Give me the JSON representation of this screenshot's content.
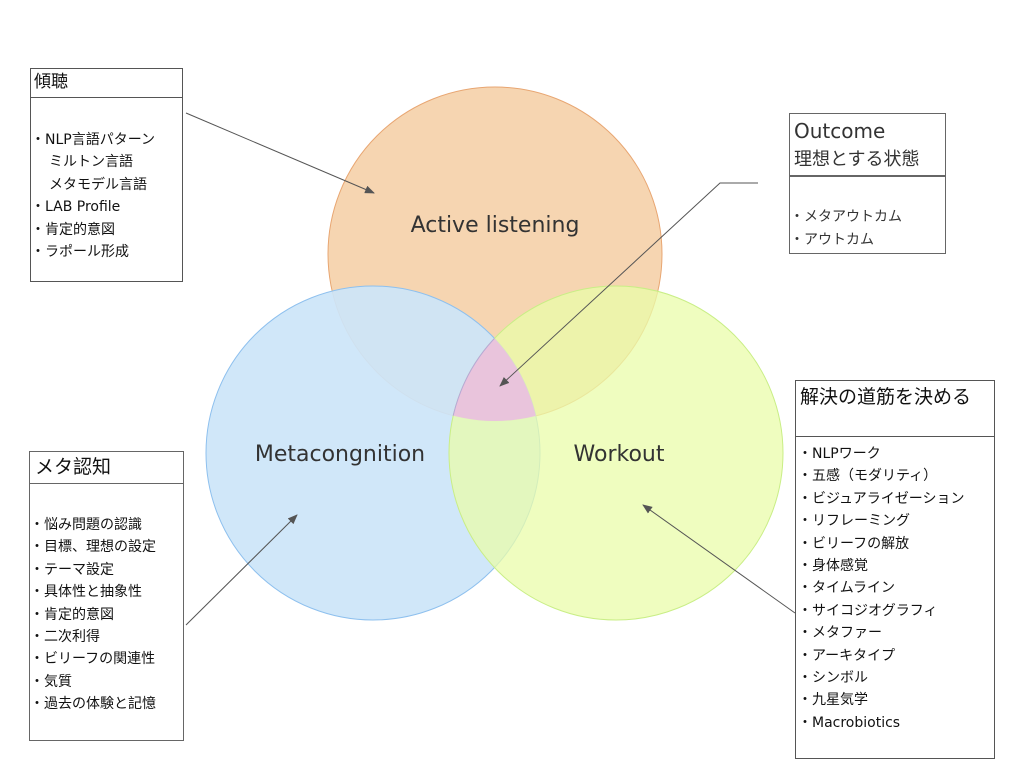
{
  "diagram": {
    "type": "venn",
    "circles": [
      {
        "id": "active-listening",
        "label": "Active listening",
        "fill": "#f5d3ad",
        "stroke": "#e8a672"
      },
      {
        "id": "metacognition",
        "label": "Metacongnition",
        "fill": "#cce5f9",
        "stroke": "#8ec0ee"
      },
      {
        "id": "workout",
        "label": "Workout",
        "fill": "#eafca9",
        "stroke": "#c9ee86"
      }
    ],
    "intersection_fill": "#e9c4dc",
    "connector_color": "#555555"
  },
  "boxes": {
    "listening": {
      "title": "傾聴",
      "items": [
        {
          "text": "NLP言語パターン",
          "bullet": true
        },
        {
          "text": "ミルトン言語",
          "bullet": false
        },
        {
          "text": "メタモデル言語",
          "bullet": false
        },
        {
          "text": "LAB Profile",
          "bullet": true
        },
        {
          "text": "肯定的意図",
          "bullet": true
        },
        {
          "text": "ラポール形成",
          "bullet": true
        }
      ]
    },
    "outcome": {
      "title": "Outcome",
      "subtitle": "理想とする状態",
      "items": [
        {
          "text": "メタアウトカム",
          "bullet": true
        },
        {
          "text": "アウトカム",
          "bullet": true
        }
      ]
    },
    "meta": {
      "title": "メタ認知",
      "items": [
        {
          "text": "悩み問題の認識",
          "bullet": true
        },
        {
          "text": "目標、理想の設定",
          "bullet": true
        },
        {
          "text": "テーマ設定",
          "bullet": true
        },
        {
          "text": "具体性と抽象性",
          "bullet": true
        },
        {
          "text": "肯定的意図",
          "bullet": true
        },
        {
          "text": "二次利得",
          "bullet": true
        },
        {
          "text": "ビリーフの関連性",
          "bullet": true
        },
        {
          "text": "気質",
          "bullet": true
        },
        {
          "text": "過去の体験と記憶",
          "bullet": true
        }
      ]
    },
    "workout": {
      "title": "解決の道筋を決める",
      "items": [
        {
          "text": "NLPワーク",
          "bullet": true
        },
        {
          "text": "五感（モダリティ）",
          "bullet": true
        },
        {
          "text": "ビジュアライゼーション",
          "bullet": true
        },
        {
          "text": "リフレーミング",
          "bullet": true
        },
        {
          "text": "ビリーフの解放",
          "bullet": true
        },
        {
          "text": "身体感覚",
          "bullet": true
        },
        {
          "text": "タイムライン",
          "bullet": true
        },
        {
          "text": "サイコジオグラフィ",
          "bullet": true
        },
        {
          "text": "メタファー",
          "bullet": true
        },
        {
          "text": "アーキタイプ",
          "bullet": true
        },
        {
          "text": "シンボル",
          "bullet": true
        },
        {
          "text": "九星気学",
          "bullet": true
        },
        {
          "text": "Macrobiotics",
          "bullet": true
        }
      ]
    }
  }
}
